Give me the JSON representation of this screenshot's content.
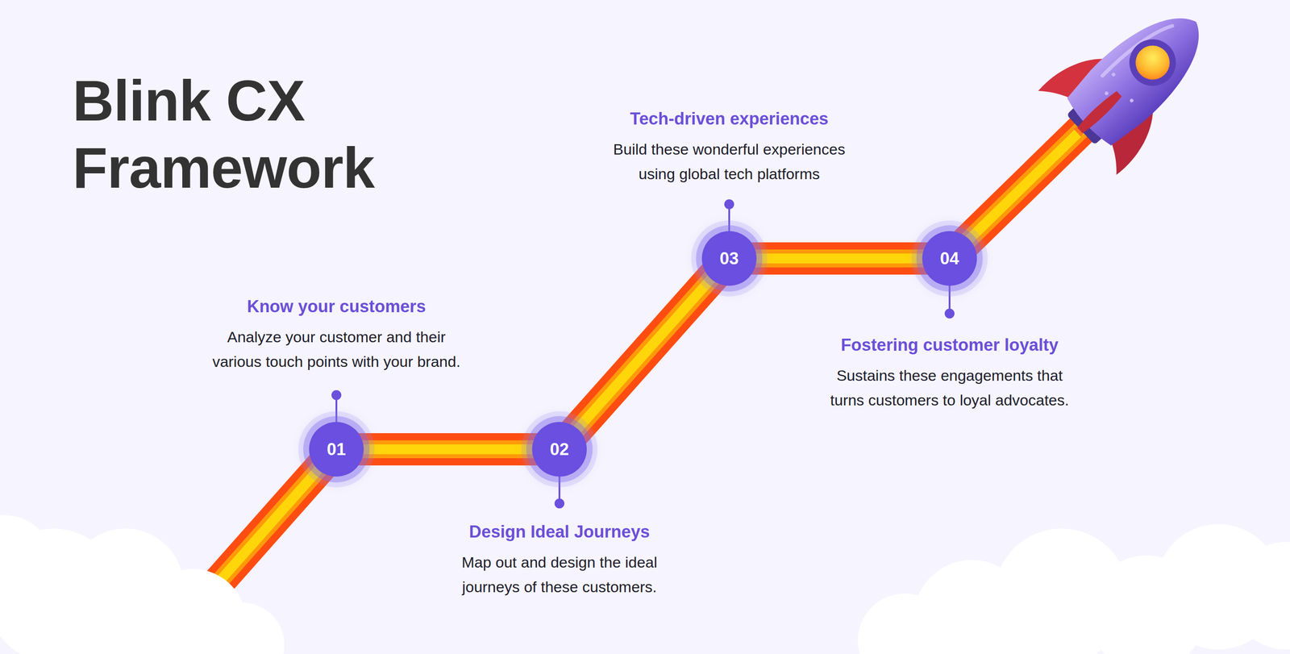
{
  "diagram": {
    "title": "Blink CX Framework",
    "nodes": [
      {
        "text": [
          "01",
          "Know your customers",
          "Analyze your customer and their various touch points with your brand."
        ]
      },
      {
        "text": [
          "02",
          "Design Ideal Journeys",
          "Map out and design the ideal journeys of these customers."
        ]
      },
      {
        "text": [
          "03",
          "Tech-driven experiences",
          "Build these wonderful experiences using global tech platforms"
        ]
      },
      {
        "text": [
          "04",
          "Fostering customer loyalty",
          "Sustains these engagements that turns customers to loyal advocates."
        ]
      }
    ],
    "edges": [
      {
        "from": 0,
        "to": 1,
        "arrow": "none"
      },
      {
        "from": 1,
        "to": 2,
        "arrow": "none"
      },
      {
        "from": 2,
        "to": 3,
        "arrow": "none"
      }
    ]
  }
}
